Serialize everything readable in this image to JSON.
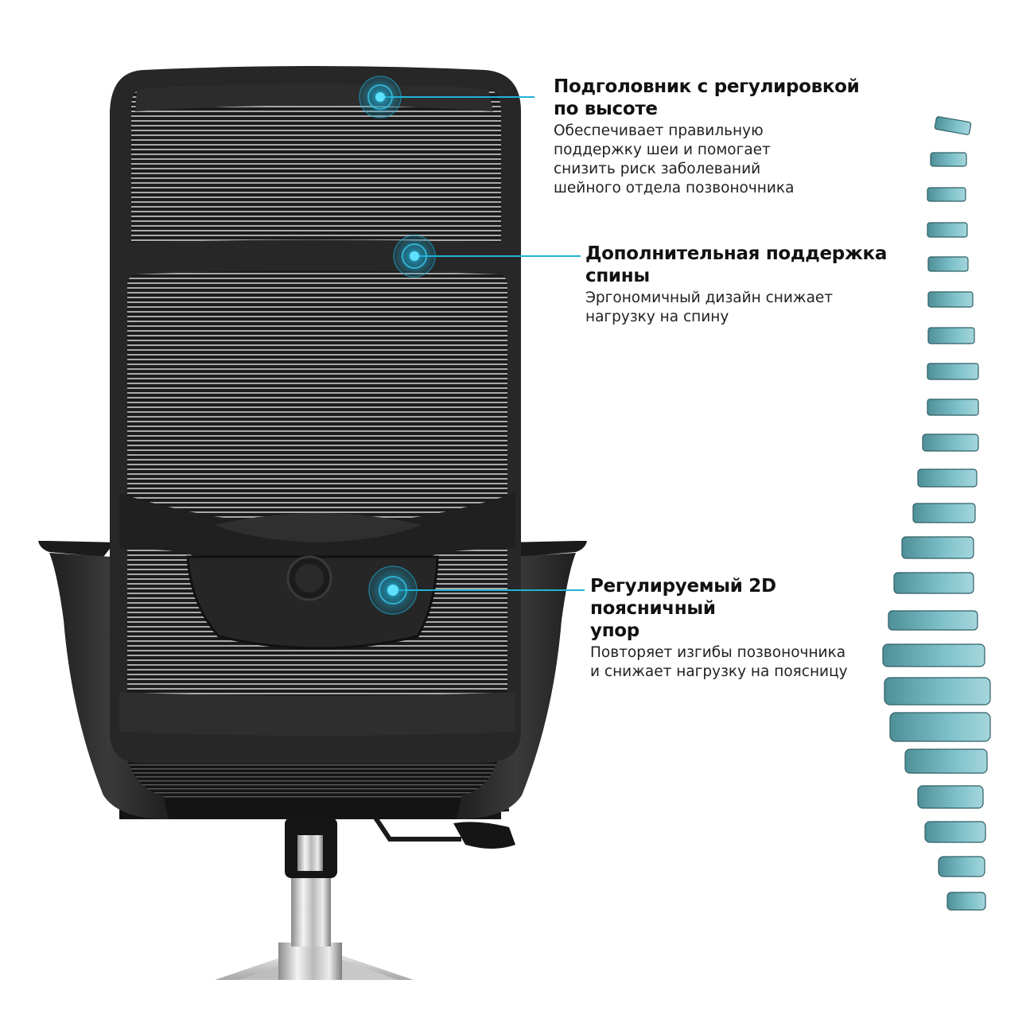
{
  "callouts": [
    {
      "title": "Подголовник с регулировкой\nпо высоте",
      "description": "Обеспечивает правильную\nподдержку шеи и помогает\nснизить риск заболеваний\nшейного отдела позвоночника"
    },
    {
      "title": "Дополнительная поддержка\nспины",
      "description": "Эргономичный дизайн снижает\nнагрузку на спину"
    },
    {
      "title": "Регулируемый 2D поясничный\nупор",
      "description": "Повторяет изгибы позвоночника\nи снижает нагрузку на поясницу"
    }
  ],
  "icons": {
    "hotspot": "target-ripple-icon",
    "spine": "spine-vertebrae-illustration",
    "chair": "office-chair-back-view"
  },
  "colors": {
    "accent": "#1fb3d6",
    "chair_frame": "#2b2b2b",
    "mesh_dark": "#1a1a1a",
    "mesh_light": "#9a9a9a",
    "vertebra": "#6fb3bd",
    "vertebra_dark": "#2f5f66",
    "chrome": "#cfcfcf",
    "text": "#111111"
  }
}
